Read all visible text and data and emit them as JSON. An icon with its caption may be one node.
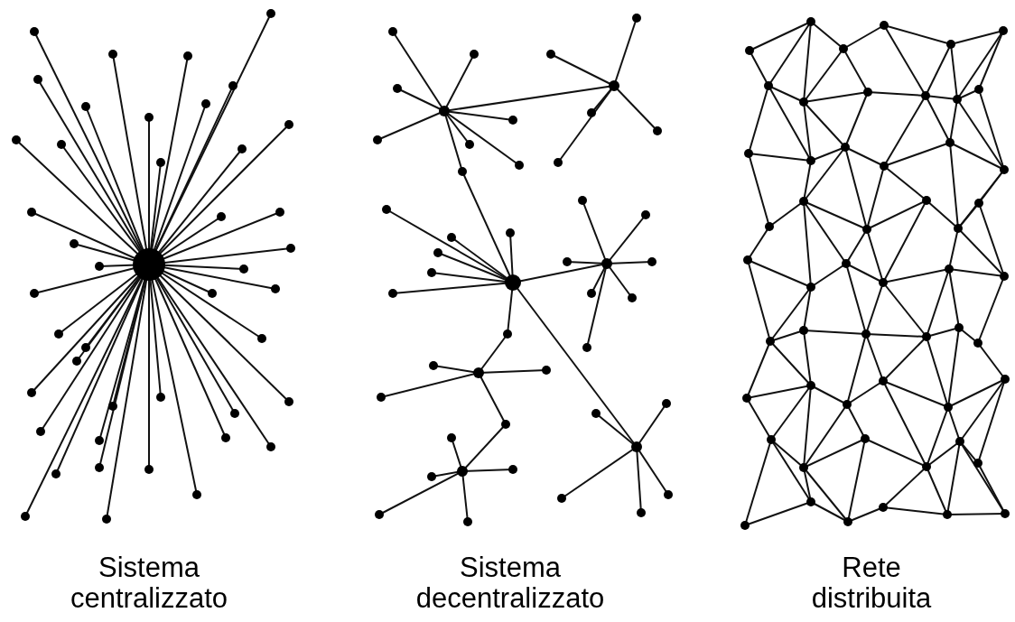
{
  "diagram": {
    "labels": [
      "Sistema centralizzato",
      "Sistema decentralizzato",
      "Rete distribuita"
    ]
  }
}
